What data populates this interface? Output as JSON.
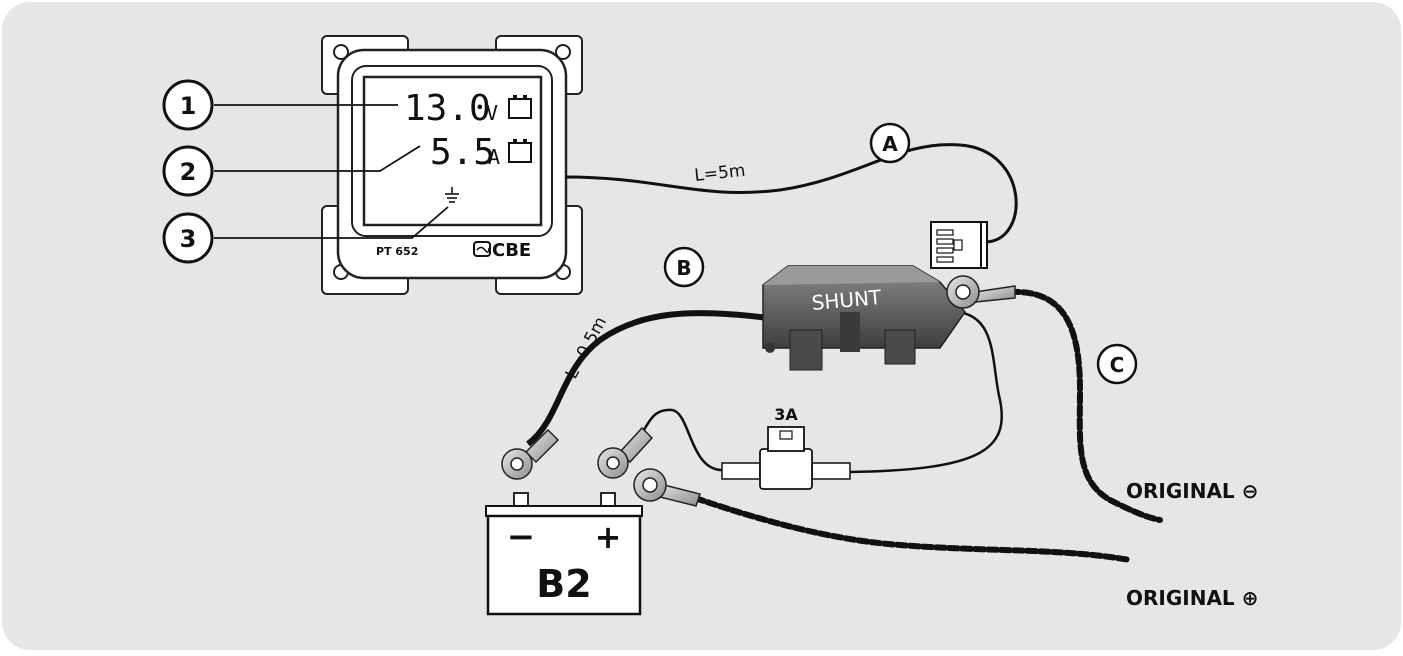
{
  "monitor": {
    "model": "PT 652",
    "brand": "CBE",
    "voltage_value": "13.0",
    "voltage_unit": "V",
    "current_value": "5.5",
    "current_unit": "A"
  },
  "callouts": [
    "1",
    "2",
    "3"
  ],
  "cables": {
    "a_label": "A",
    "a_length": "L=5m",
    "b_label": "B",
    "b_length": "L=0.5m",
    "c_label": "C"
  },
  "shunt_label": "SHUNT",
  "fuse_label": "3A",
  "battery": {
    "name": "B2",
    "minus": "−",
    "plus": "+"
  },
  "original_negative": "ORIGINAL ⊖",
  "original_positive": "ORIGINAL ⊕",
  "colors": {
    "background": "#e6e6e6",
    "panel": "#ffffff",
    "wire": "#111111",
    "shunt_body": "#5a5a5a"
  }
}
